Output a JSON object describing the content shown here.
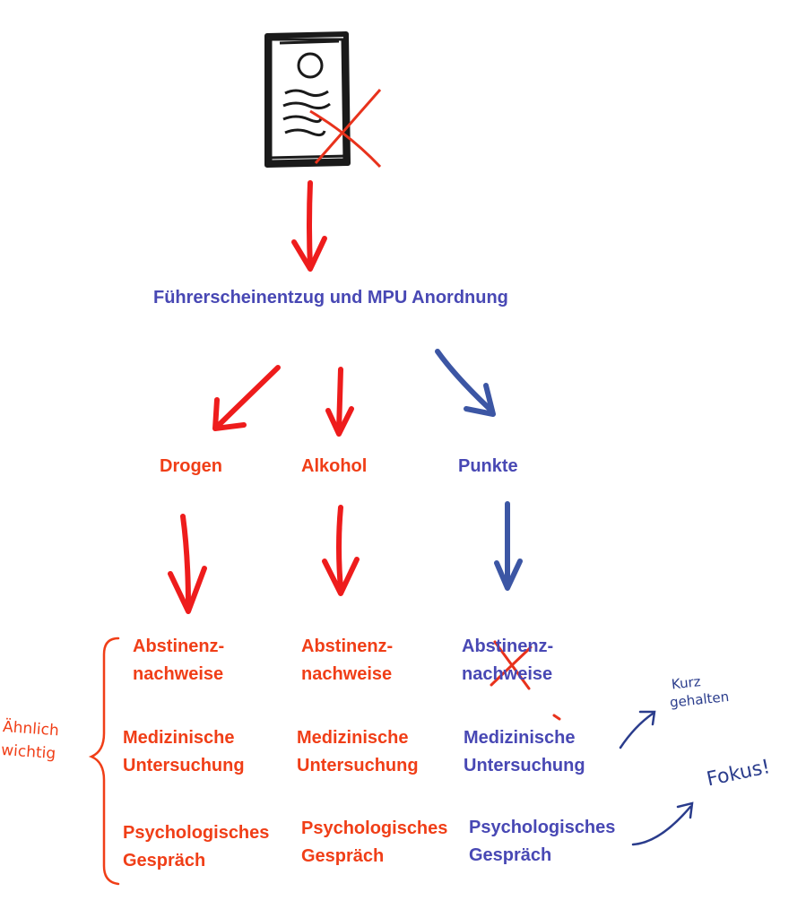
{
  "colors": {
    "red": "#f03e17",
    "blue": "#4848b4",
    "arrow_red": "#ee1c1c",
    "arrow_blue": "#3c56a4",
    "ink": "#1a1a1a"
  },
  "top": {
    "label": "Führerscheinentzug und MPU Anordnung"
  },
  "columns": [
    {
      "name": "Drogen",
      "items": [
        {
          "line1": "Abstinenz-",
          "line2": "nachweise"
        },
        {
          "line1": "Medizinische",
          "line2": "Untersuchung"
        },
        {
          "line1": "Psychologisches",
          "line2": "Gespräch"
        }
      ]
    },
    {
      "name": "Alkohol",
      "items": [
        {
          "line1": "Abstinenz-",
          "line2": "nachweise"
        },
        {
          "line1": "Medizinische",
          "line2": "Untersuchung"
        },
        {
          "line1": "Psychologisches",
          "line2": "Gespräch"
        }
      ]
    },
    {
      "name": "Punkte",
      "items": [
        {
          "line1": "Abstinenz-",
          "line2": "nachweise",
          "crossed_out": true
        },
        {
          "line1": "Medizinische",
          "line2": "Untersuchung"
        },
        {
          "line1": "Psychologisches",
          "line2": "Gespräch"
        }
      ]
    }
  ],
  "notes": {
    "similar_line1": "Ähnlich",
    "similar_line2": "wichtig",
    "short_line1": "Kurz",
    "short_line2": "gehalten",
    "focus": "Fokus!"
  },
  "icons": {
    "license_card": "driving-license-crossed-icon"
  }
}
